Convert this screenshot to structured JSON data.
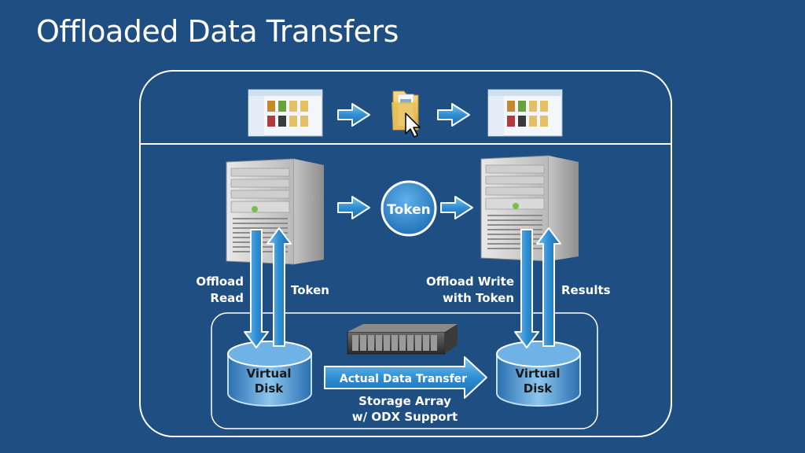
{
  "slide": {
    "title": "Offloaded Data Transfers"
  },
  "labels": {
    "token_bubble": "Token",
    "offload_read_line1": "Offload",
    "offload_read_line2": "Read",
    "token_left": "Token",
    "offload_write_line1": "Offload Write",
    "offload_write_line2": "with Token",
    "results": "Results",
    "left_disk_line1": "Virtual",
    "left_disk_line2": "Disk",
    "right_disk_line1": "Virtual",
    "right_disk_line2": "Disk",
    "actual_data_transfer": "Actual Data Transfer",
    "storage_line1": "Storage Array",
    "storage_line2": "w/ ODX Support"
  },
  "icons": {
    "explorer": "file-explorer-window-icon",
    "folder": "folder-icon",
    "cursor": "mouse-cursor-icon",
    "server": "tower-server-icon",
    "storage": "rack-storage-array-icon",
    "disk": "virtual-disk-cylinder-icon",
    "arrow": "arrow-right-icon"
  },
  "colors": {
    "background": "#1f4e82",
    "outline": "#ffffff",
    "arrow_blue": "#2f8fd4",
    "disk_blue": "#4a9ad6",
    "token_fill": "#3a8fd6"
  }
}
